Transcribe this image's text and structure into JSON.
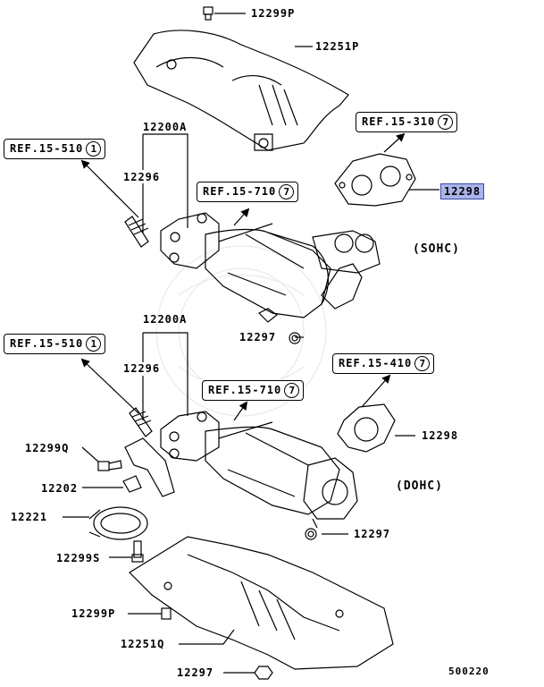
{
  "parts": {
    "p12299P_top": "12299P",
    "p12251P": "12251P",
    "p12200A_top": "12200A",
    "p12296_top": "12296",
    "p12298_top": "12298",
    "p12297_top": "12297",
    "p12200A_bottom": "12200A",
    "p12296_bottom": "12296",
    "p12299Q": "12299Q",
    "p12202": "12202",
    "p12221": "12221",
    "p12299S": "12299S",
    "p12299P_bottom": "12299P",
    "p12251Q": "12251Q",
    "p12297_bottom": "12297",
    "p12297_lower": "12297",
    "p12298_bottom": "12298"
  },
  "refs": {
    "ref_15_310": {
      "text": "REF.15-310",
      "num": "7"
    },
    "ref_15_510_top": {
      "text": "REF.15-510",
      "num": "1"
    },
    "ref_15_710_top": {
      "text": "REF.15-710",
      "num": "7"
    },
    "ref_15_510_bottom": {
      "text": "REF.15-510",
      "num": "1"
    },
    "ref_15_710_bottom": {
      "text": "REF.15-710",
      "num": "7"
    },
    "ref_15_410": {
      "text": "REF.15-410",
      "num": "7"
    }
  },
  "variants": {
    "sohc": "(SOHC)",
    "dohc": "(DOHC)"
  },
  "diagram_number": "500220",
  "colors": {
    "highlight": "#aab4ea",
    "line": "#000000"
  }
}
